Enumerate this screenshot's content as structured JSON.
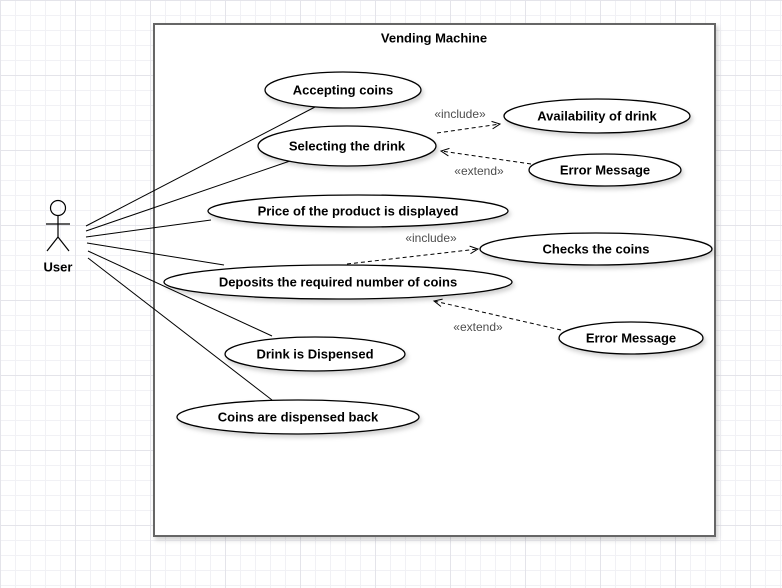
{
  "diagram": {
    "type": "uml-use-case-diagram",
    "title": "Vending Machine",
    "actor": {
      "label": "User"
    },
    "use_cases": [
      {
        "label": "Accepting coins"
      },
      {
        "label": "Selecting the drink"
      },
      {
        "label": "Availability of drink"
      },
      {
        "label": "Error Message"
      },
      {
        "label": "Price of the product is displayed"
      },
      {
        "label": "Checks the coins"
      },
      {
        "label": "Deposits the required number of coins"
      },
      {
        "label": "Error Message"
      },
      {
        "label": "Drink is Dispensed"
      },
      {
        "label": "Coins are dispensed back"
      }
    ],
    "relationships": [
      {
        "label": "«include»",
        "type": "include",
        "from": "Selecting the drink",
        "to": "Availability of drink"
      },
      {
        "label": "«extend»",
        "type": "extend",
        "from": "Error Message",
        "to": "Selecting the drink"
      },
      {
        "label": "«include»",
        "type": "include",
        "from": "Deposits the required number of coins",
        "to": "Checks the coins"
      },
      {
        "label": "«extend»",
        "type": "extend",
        "from": "Error Message",
        "to": "Deposits the required number of coins"
      }
    ],
    "associations": [
      {
        "from": "User",
        "to": "Accepting coins"
      },
      {
        "from": "User",
        "to": "Selecting the drink"
      },
      {
        "from": "User",
        "to": "Price of the product is displayed"
      },
      {
        "from": "User",
        "to": "Deposits the required number of coins"
      },
      {
        "from": "User",
        "to": "Drink is Dispensed"
      },
      {
        "from": "User",
        "to": "Coins are dispensed back"
      }
    ],
    "colors": {
      "shape_stroke": "#000000",
      "shape_fill": "#ffffff",
      "boundary_stroke": "#666666",
      "edge_label_text": "#4d4d4d",
      "grid_line": "#f1f1f5"
    }
  }
}
